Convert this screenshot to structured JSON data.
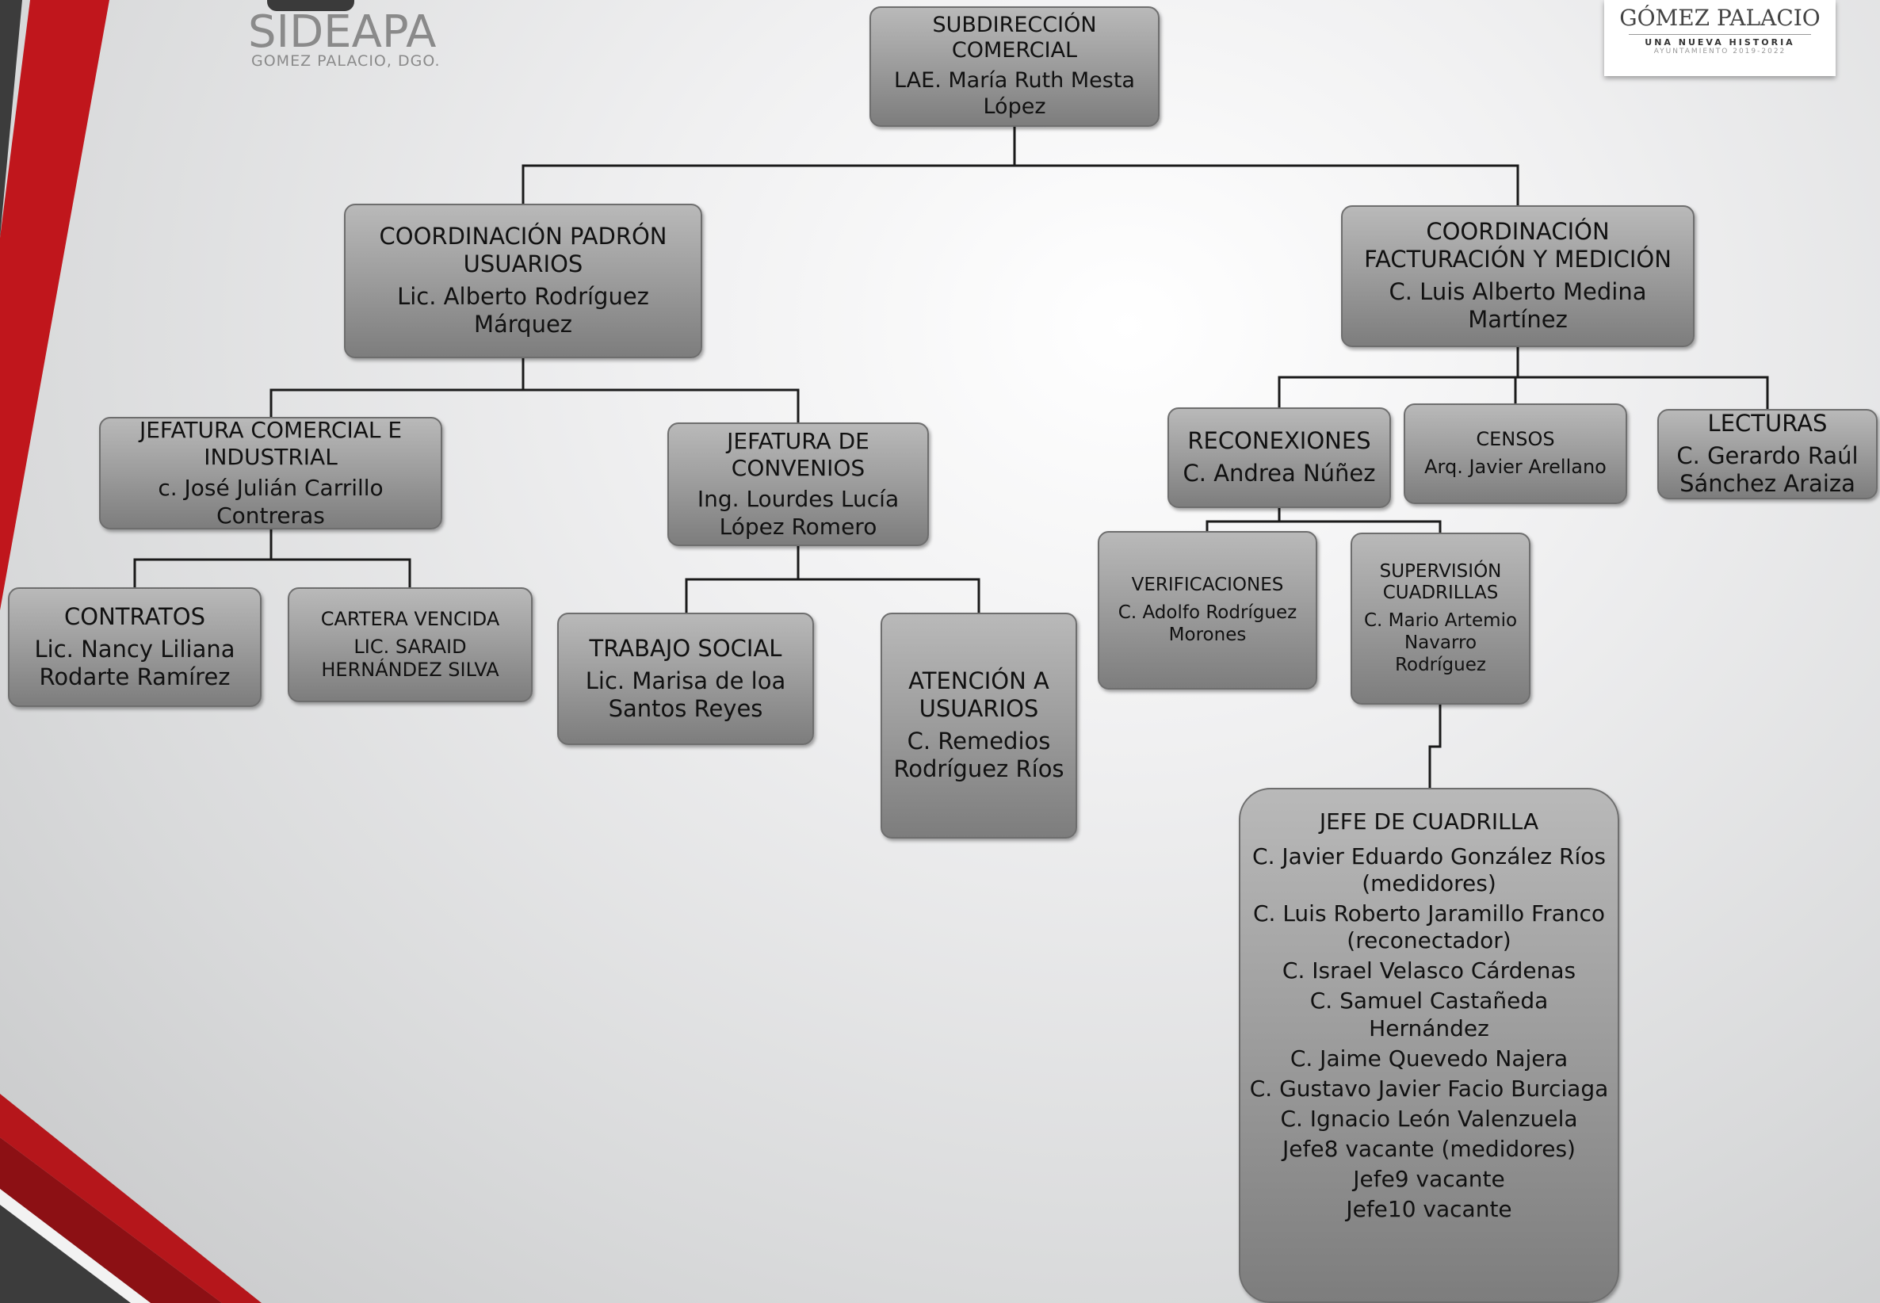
{
  "branding": {
    "left_logo_name": "SIDEAPA",
    "left_logo_city": "GOMEZ PALACIO, DGO.",
    "right_logo_name": "GÓMEZ PALACIO",
    "right_logo_tagline": "UNA NUEVA HISTORIA",
    "right_logo_subtitle": "AYUNTAMIENTO 2019-2022"
  },
  "colors": {
    "accent_red": "#c0161c",
    "dark_gray": "#3c3c3c",
    "box_fill": "#9f9f9f"
  },
  "org": {
    "subdireccion": {
      "title": "SUBDIRECCIÓN COMERCIAL",
      "person": "LAE. María Ruth Mesta López"
    },
    "coord_padron": {
      "title": "COORDINACIÓN PADRÓN USUARIOS",
      "person": "Lic. Alberto Rodríguez Márquez"
    },
    "coord_facturacion": {
      "title": "COORDINACIÓN FACTURACIÓN Y MEDICIÓN",
      "person": "C. Luis Alberto Medina Martínez"
    },
    "jef_comercial": {
      "title": "JEFATURA COMERCIAL E INDUSTRIAL",
      "person": "c. José Julián Carrillo Contreras"
    },
    "jef_convenios": {
      "title": "JEFATURA DE CONVENIOS",
      "person": "Ing. Lourdes Lucía López Romero"
    },
    "contratos": {
      "title": "CONTRATOS",
      "person": "Lic. Nancy Liliana Rodarte Ramírez"
    },
    "cartera": {
      "title": "CARTERA VENCIDA",
      "person": "LIC. SARAID HERNÁNDEZ SILVA"
    },
    "trabajo_social": {
      "title": "TRABAJO SOCIAL",
      "person": "Lic. Marisa de loa Santos Reyes"
    },
    "atencion": {
      "title": "ATENCIÓN A USUARIOS",
      "person": "C. Remedios Rodríguez Ríos"
    },
    "reconexiones": {
      "title": "RECONEXIONES",
      "person": "C. Andrea Núñez"
    },
    "censos": {
      "title": "CENSOS",
      "person": "Arq. Javier Arellano"
    },
    "lecturas": {
      "title": "LECTURAS",
      "person": "C. Gerardo Raúl Sánchez Araiza"
    },
    "verificaciones": {
      "title": "VERIFICACIONES",
      "person": "C. Adolfo Rodríguez Morones"
    },
    "supervision": {
      "title": "SUPERVISIÓN CUADRILLAS",
      "person": "C. Mario Artemio Navarro Rodríguez"
    },
    "jefe_cuadrilla": {
      "title": "JEFE DE CUADRILLA",
      "members": [
        "C. Javier Eduardo González Ríos (medidores)",
        "C. Luis Roberto Jaramillo Franco (reconectador)",
        "C. Israel Velasco Cárdenas",
        "C. Samuel Castañeda Hernández",
        "C. Jaime Quevedo Najera",
        "C. Gustavo Javier Facio Burciaga",
        "C. Ignacio León Valenzuela",
        "Jefe8  vacante (medidores)",
        "Jefe9 vacante",
        "Jefe10 vacante"
      ]
    }
  }
}
